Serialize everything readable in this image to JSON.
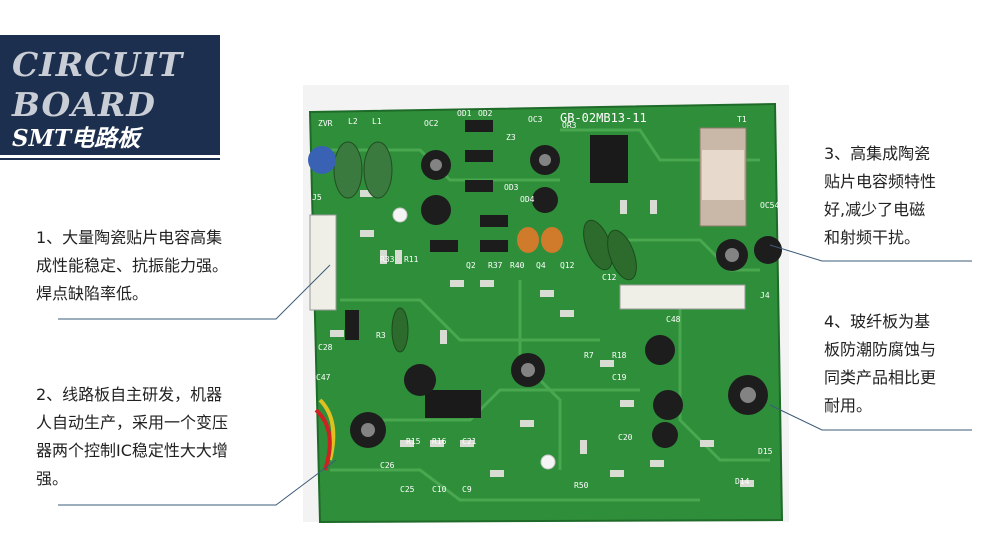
{
  "header": {
    "line1": "CIRCUIT",
    "line2": "BOARD",
    "subtitle": "SMT电路板"
  },
  "board_labels": {
    "model": "GB-02MB13-11",
    "parts": [
      "ZVR",
      "L2",
      "L1",
      "OC2",
      "OD1",
      "OD2",
      "OC3",
      "OR3",
      "T1",
      "J5",
      "OC54",
      "Z3",
      "OD3",
      "OD4",
      "Q2",
      "R37",
      "R40",
      "Q4",
      "Q12",
      "C12",
      "C48",
      "J4",
      "C28",
      "C47",
      "R15",
      "R16",
      "C21",
      "C25",
      "C10",
      "C9",
      "R50",
      "D14",
      "D15",
      "R3",
      "R11",
      "R33",
      "R7",
      "R18",
      "C19",
      "C20",
      "C26"
    ]
  },
  "callouts": [
    {
      "lines": [
        "1、大量陶瓷贴片电容高集",
        "成性能稳定、抗振能力强。",
        "焊点缺陷率低。"
      ]
    },
    {
      "lines": [
        "2、线路板自主研发，机器",
        "人自动生产，采用一个变压",
        "器两个控制IC稳定性大大增",
        "强。"
      ]
    },
    {
      "lines": [
        "3、高集成陶瓷",
        "贴片电容频特性",
        "好,减少了电磁",
        "和射频干扰。"
      ]
    },
    {
      "lines": [
        "4、玻纤板为基",
        "板防潮防腐蚀与",
        "同类产品相比更",
        "耐用。"
      ]
    }
  ]
}
